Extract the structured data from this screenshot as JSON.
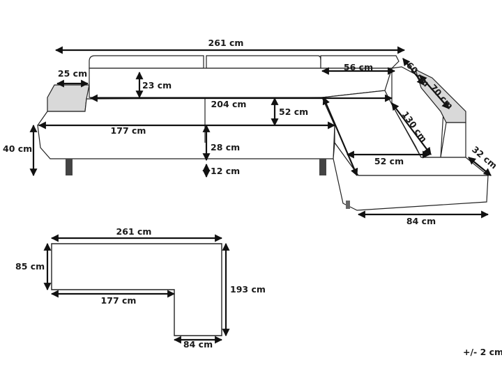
{
  "sofa_dims": {
    "total_width": "261 cm",
    "armrest_width": "25 cm",
    "back_height": "23 cm",
    "seat_width": "204 cm",
    "seat_height_side": "52 cm",
    "left_length": "177 cm",
    "overall_height": "40 cm",
    "seat_to_floor": "28 cm",
    "leg_height": "12 cm",
    "corner_back": "56 cm",
    "corner_depth_60": "60 cm",
    "corner_depth_70": "70 cm",
    "chaise_back": "130 cm",
    "chaise_seat": "52 cm",
    "chaise_arm": "32 cm",
    "chaise_width": "84 cm"
  },
  "plan_dims": {
    "total_width": "261 cm",
    "depth": "85 cm",
    "inner_length": "177 cm",
    "chaise_length": "193 cm",
    "chaise_width": "84 cm"
  },
  "tolerance": "+/- 2 cm"
}
